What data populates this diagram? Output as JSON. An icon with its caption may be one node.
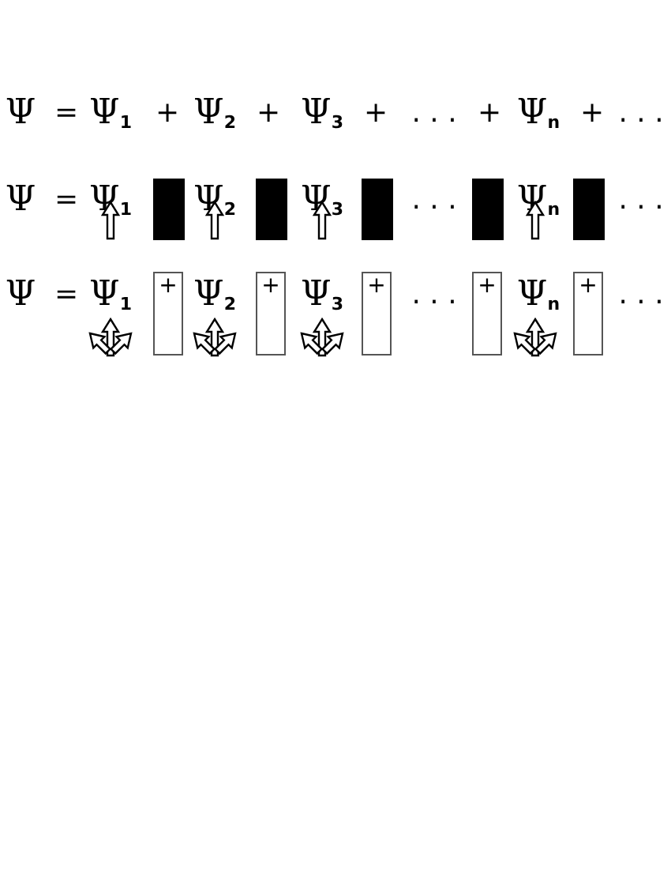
{
  "diagram": {
    "nodes": [
      {
        "text": [],
        "shape": "bar"
      },
      {
        "text": [],
        "shape": "bar"
      },
      {
        "text": [],
        "shape": "bar"
      },
      {
        "text": [],
        "shape": "bar"
      },
      {
        "text": [],
        "shape": "bar"
      },
      {
        "text": [
          "+"
        ]
      },
      {
        "text": [
          "+"
        ]
      },
      {
        "text": [
          "+"
        ]
      },
      {
        "text": [
          "+"
        ]
      },
      {
        "text": [
          "+"
        ]
      }
    ],
    "edges": [],
    "labels": [
      "Ψ",
      "=",
      "Ψ$_{1}$",
      "+",
      "Ψ$_{2}$",
      "+",
      "Ψ$_{3}$",
      "+",
      ". . .",
      "+",
      "Ψ$_{n}$",
      "+",
      ". . .",
      "Ψ",
      "=",
      "Ψ$_{1}$",
      "Ψ$_{2}$",
      "Ψ$_{3}$",
      ". . .",
      "Ψ$_{n}$",
      ". . .",
      "Ψ",
      "=",
      "Ψ$_{1}$",
      "Ψ$_{2}$",
      "Ψ$_{3}$",
      ". . .",
      "Ψ$_{n}$",
      ". . ."
    ]
  }
}
